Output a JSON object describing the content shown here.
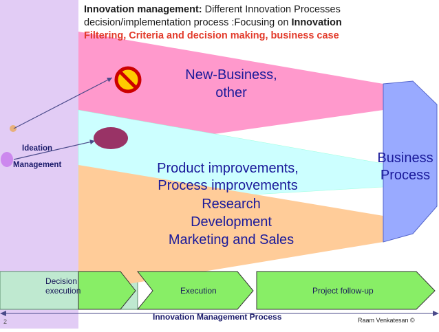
{
  "slide": {
    "title_bold": "Innovation management:",
    "title_rest": " Different Innovation Processes",
    "title_line2_normal": "decision/implementation process :Focusing on ",
    "title_line2_bold": "Innovation",
    "title_line3_red": "Filtering, Criteria and decision making, business case",
    "page_number": "2",
    "author": "Raam Venkatesan ©",
    "axis_label": "Innovation Management Process"
  },
  "funnels": {
    "new_business": "New-Business,",
    "new_business_2": "other",
    "product_improvements": "Product improvements,",
    "process_improvements": "Process improvements",
    "research": "Research",
    "development": "Development",
    "marketing": "Marketing and Sales"
  },
  "ideation": {
    "line1": "Ideation",
    "line2": "Management"
  },
  "business_process": {
    "line1": "Business",
    "line2": "Process"
  },
  "process_steps": {
    "decision_line1": "Decision",
    "decision_line2": "execution",
    "execution": "Execution",
    "followup": "Project follow-up"
  },
  "colors": {
    "sidebar": "#e2ccf5",
    "pink": "#ff99cc",
    "cyan": "#ccffff",
    "peach": "#ffcc99",
    "business": "#99aaff",
    "green": "#88ee66",
    "teal_box": "#bfe9d0",
    "ideation_dot": "#cc88ee",
    "maroon": "#993366"
  }
}
